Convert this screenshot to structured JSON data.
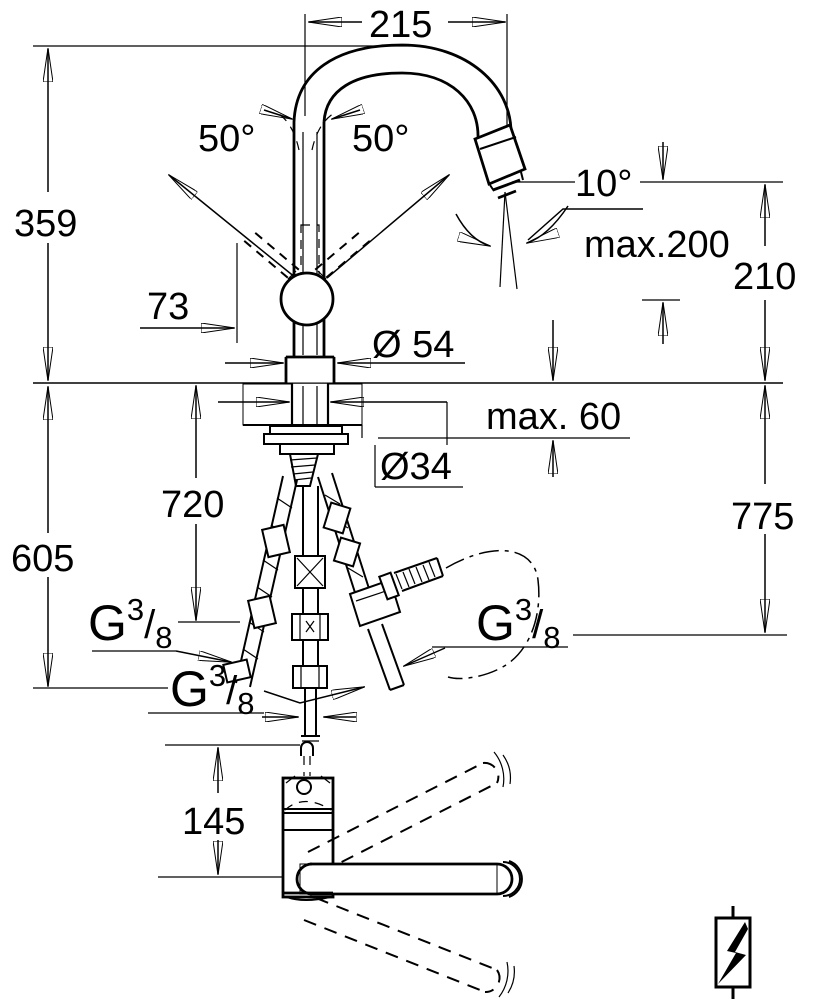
{
  "drawing": {
    "dims": {
      "spout_reach": "215",
      "height_above_deck": "359",
      "swivel_left": "50°",
      "swivel_right": "50°",
      "spray_tilt": "10°",
      "pullout_length": "max.200",
      "outlet_height": "210",
      "offset_73": "73",
      "base_dia": "Ø 54",
      "counter_thickness": "max. 60",
      "hole_dia": "Ø34",
      "hose_len_center": "720",
      "hose_len_right": "775",
      "hose_len_left": "605",
      "handle_height": "145"
    },
    "threads": [
      {
        "base": "G",
        "sup": "3",
        "slash": "/",
        "sub": "8"
      },
      {
        "base": "G",
        "sup": "3",
        "slash": "/",
        "sub": "8"
      },
      {
        "base": "G",
        "sup": "3",
        "slash": "/",
        "sub": "8"
      }
    ],
    "icons": {
      "lightning": "lightning-bolt"
    }
  }
}
